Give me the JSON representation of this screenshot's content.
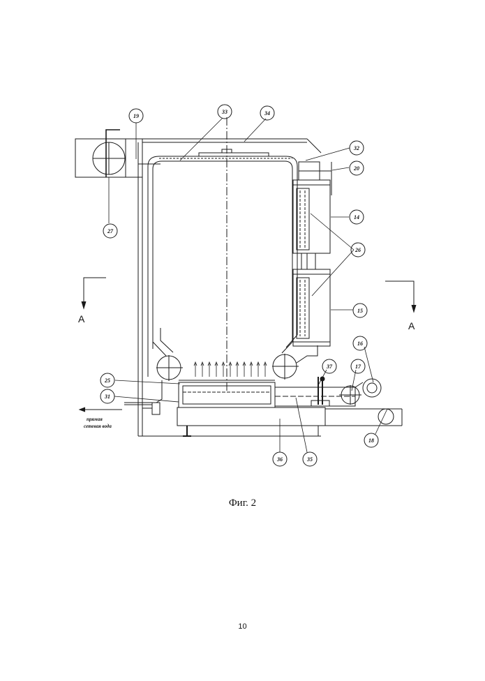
{
  "figure": {
    "caption": "Фиг. 2",
    "page_number": "10",
    "section_marks": {
      "left": "А",
      "right": "А"
    },
    "note_lines": [
      "прямая",
      "сетевая вода"
    ],
    "callouts": [
      "19",
      "33",
      "34",
      "32",
      "20",
      "14",
      "26",
      "15",
      "16",
      "17",
      "37",
      "25",
      "31",
      "27",
      "18",
      "35",
      "36"
    ]
  }
}
